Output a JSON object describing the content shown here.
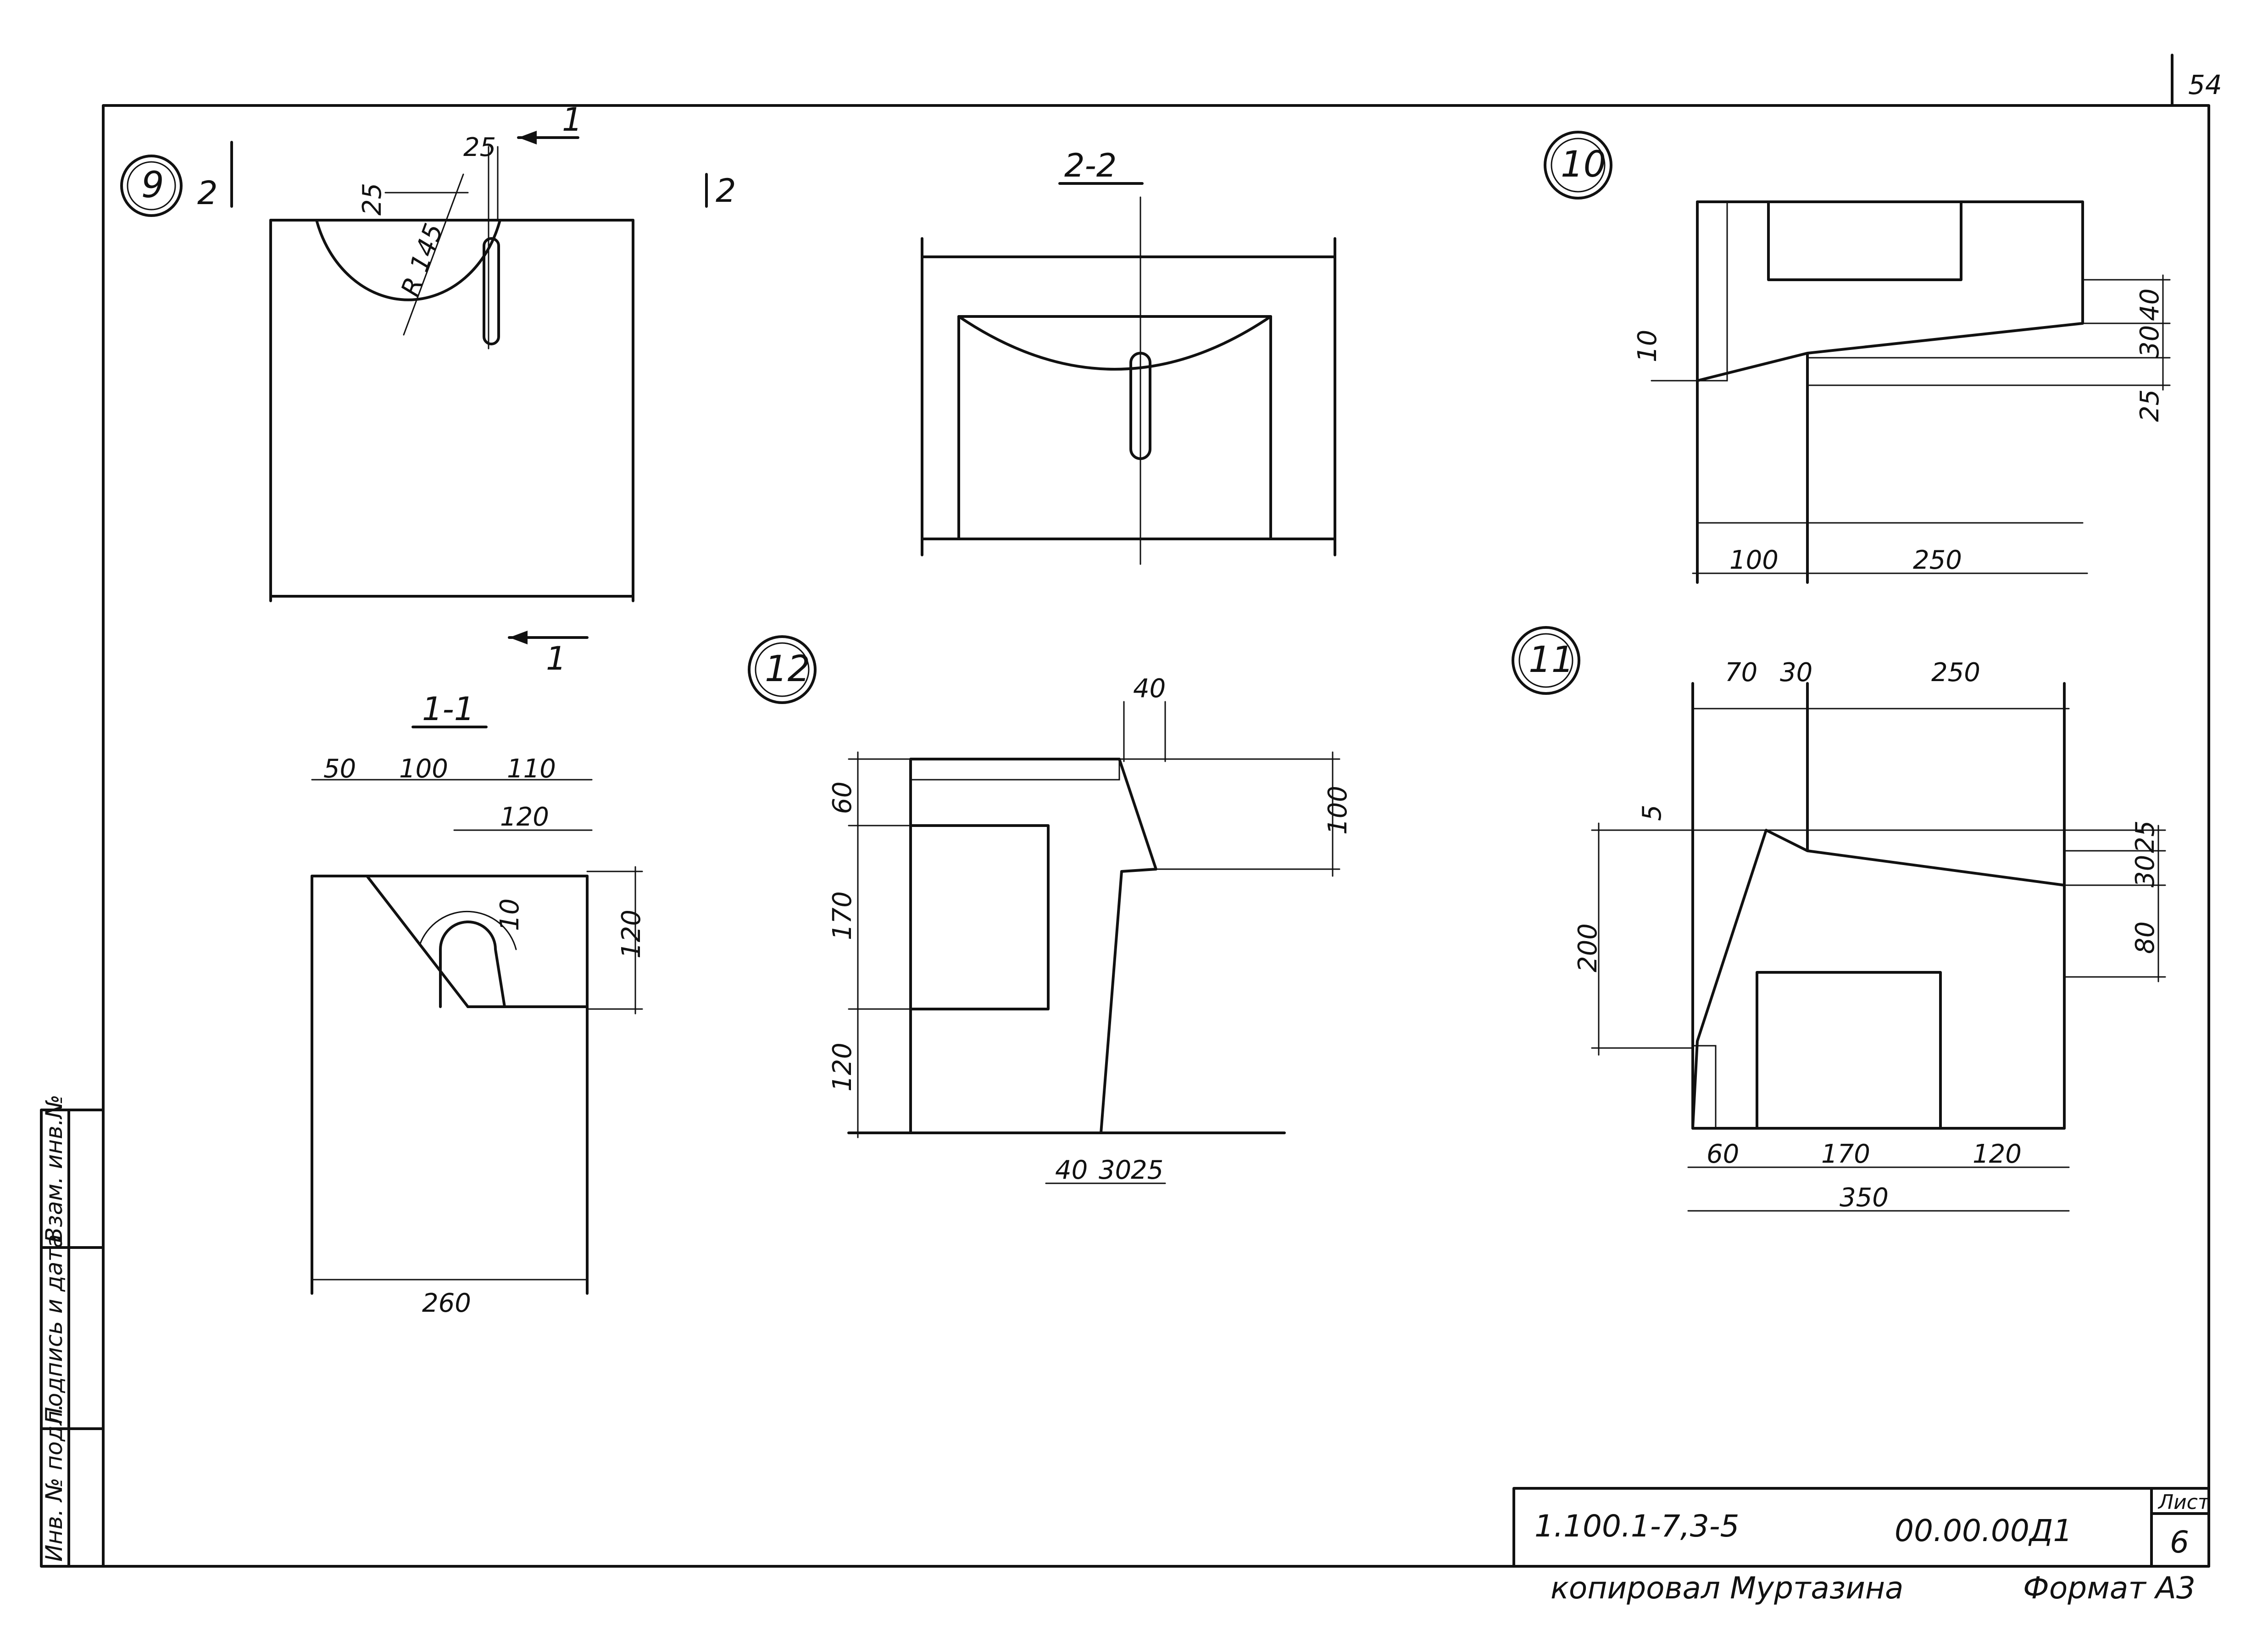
{
  "sheet": {
    "page_number": "54",
    "document_code": "1.100.1-7,3-5",
    "drawing_code": "00.00.00Д1",
    "sheet_label": "Лист",
    "sheet_number": "6",
    "copied_by": "копировал Муртазина",
    "format": "Формат А3"
  },
  "side_stamp": {
    "col1": "Инв. № подл.",
    "col2": "Подпись и дата",
    "col3": "Взам. инв.№"
  },
  "node9": {
    "marker": "9",
    "cut_label_1": "1",
    "cut_label_2": "2",
    "dims": {
      "d25_top": "25",
      "d25_left": "25",
      "radius": "R 145"
    }
  },
  "section22": {
    "title": "2-2"
  },
  "section11": {
    "title": "1-1",
    "dims": {
      "d50": "50",
      "d100": "100",
      "d110": "110",
      "d120": "120",
      "d10": "10",
      "d120v": "120",
      "d260": "260"
    }
  },
  "node10": {
    "marker": "10",
    "dims": {
      "d40": "40",
      "d30": "30",
      "d25": "25",
      "d10": "10",
      "d100": "100",
      "d250": "250"
    }
  },
  "node12": {
    "marker": "12",
    "dims": {
      "d40_top": "40",
      "d60": "60",
      "d170": "170",
      "d120": "120",
      "d100": "100",
      "d40": "40",
      "d30": "30",
      "d25": "25"
    }
  },
  "node11": {
    "marker": "11",
    "dims": {
      "d70": "70",
      "d30": "30",
      "d250": "250",
      "d5": "5",
      "d200": "200",
      "d25": "25",
      "d30v": "30",
      "d80": "80",
      "d60": "60",
      "d170": "170",
      "d120": "120",
      "d350": "350"
    }
  }
}
